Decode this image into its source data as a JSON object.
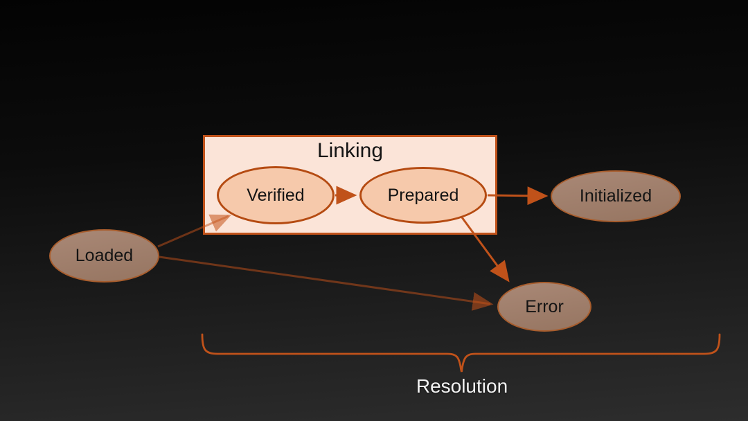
{
  "diagram": {
    "title_box": {
      "title": "Linking"
    },
    "nodes": {
      "loaded": {
        "label": "Loaded"
      },
      "verified": {
        "label": "Verified"
      },
      "prepared": {
        "label": "Prepared"
      },
      "initialized": {
        "label": "Initialized"
      },
      "error": {
        "label": "Error"
      }
    },
    "edges": [
      {
        "from": "Loaded",
        "to": "Verified",
        "style": "faded"
      },
      {
        "from": "Verified",
        "to": "Prepared",
        "style": "solid"
      },
      {
        "from": "Prepared",
        "to": "Initialized",
        "style": "solid"
      },
      {
        "from": "Prepared",
        "to": "Error",
        "style": "solid"
      },
      {
        "from": "Loaded",
        "to": "Error",
        "style": "faded"
      }
    ],
    "brace": {
      "label": "Resolution",
      "spans": "Linking box through Initialized and Error"
    },
    "colors": {
      "background_top": "#030303",
      "background_bottom": "#2d2d2d",
      "box_fill": "#fbe4d8",
      "box_border": "#c0521a",
      "inner_ellipse_fill": "#f6c9ab",
      "inner_ellipse_border": "#b54b12",
      "outer_ellipse_fill": "#9d7c69",
      "outer_ellipse_border": "#a85d2d",
      "arrow_solid": "#c0521a",
      "arrow_faded": "rgba(197,82,26,0.5)",
      "brace": "#c0521a",
      "node_text": "#141414",
      "brace_label_text": "#f3f3f3"
    }
  }
}
